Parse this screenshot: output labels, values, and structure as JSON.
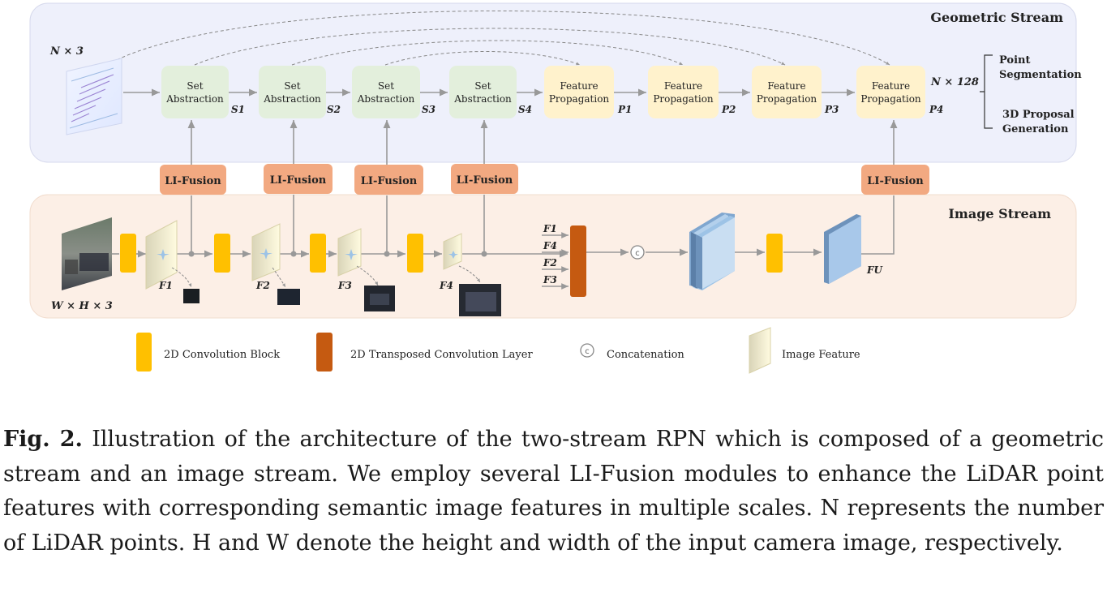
{
  "geometric_stream": {
    "title": "Geometric Stream",
    "input_label": "N × 3",
    "set_abstraction": [
      {
        "line1": "Set",
        "line2": "Abstraction",
        "out": "S1"
      },
      {
        "line1": "Set",
        "line2": "Abstraction",
        "out": "S2"
      },
      {
        "line1": "Set",
        "line2": "Abstraction",
        "out": "S3"
      },
      {
        "line1": "Set",
        "line2": "Abstraction",
        "out": "S4"
      }
    ],
    "feature_propagation": [
      {
        "line1": "Feature",
        "line2": "Propagation",
        "out": "P1"
      },
      {
        "line1": "Feature",
        "line2": "Propagation",
        "out": "P2"
      },
      {
        "line1": "Feature",
        "line2": "Propagation",
        "out": "P3"
      },
      {
        "line1": "Feature",
        "line2": "Propagation",
        "out": "P4"
      }
    ],
    "output_label": "N × 128",
    "outputs": [
      {
        "line1": "Point",
        "line2": "Segmentation"
      },
      {
        "line1": "3D  Proposal",
        "line2": "Generation"
      }
    ]
  },
  "fusion": {
    "label": "LI-Fusion"
  },
  "image_stream": {
    "title": "Image Stream",
    "input_label": "W × H × 3",
    "features": [
      "F1",
      "F2",
      "F3",
      "F4"
    ],
    "concat_inputs": [
      "F1",
      "F4",
      "F2",
      "F3"
    ],
    "concat_symbol": "c",
    "output_label": "FU"
  },
  "legend": [
    {
      "label": "2D Convolution Block"
    },
    {
      "label": "2D Transposed Convolution Layer"
    },
    {
      "label": "Concatenation"
    },
    {
      "label": "Image Feature"
    }
  ],
  "caption": {
    "prefix": "Fig. 2.",
    "text": "Illustration of the architecture of the two-stream RPN which is composed of a geometric stream and an image stream. We employ several LI-Fusion modules to enhance the LiDAR point features with corresponding semantic image features in multiple scales. N represents the number of LiDAR points. H and W denote the height and width of the input camera image, respectively."
  },
  "colors": {
    "geometric_bg": "#eef0fb",
    "image_bg": "#fcefe6",
    "set_abstraction": "#e3efdc",
    "feature_propagation": "#fff2cc",
    "li_fusion": "#f2a981",
    "conv_block": "#ffc000",
    "transposed_conv": "#c55a11",
    "feature_map": "#9dc3e6"
  }
}
